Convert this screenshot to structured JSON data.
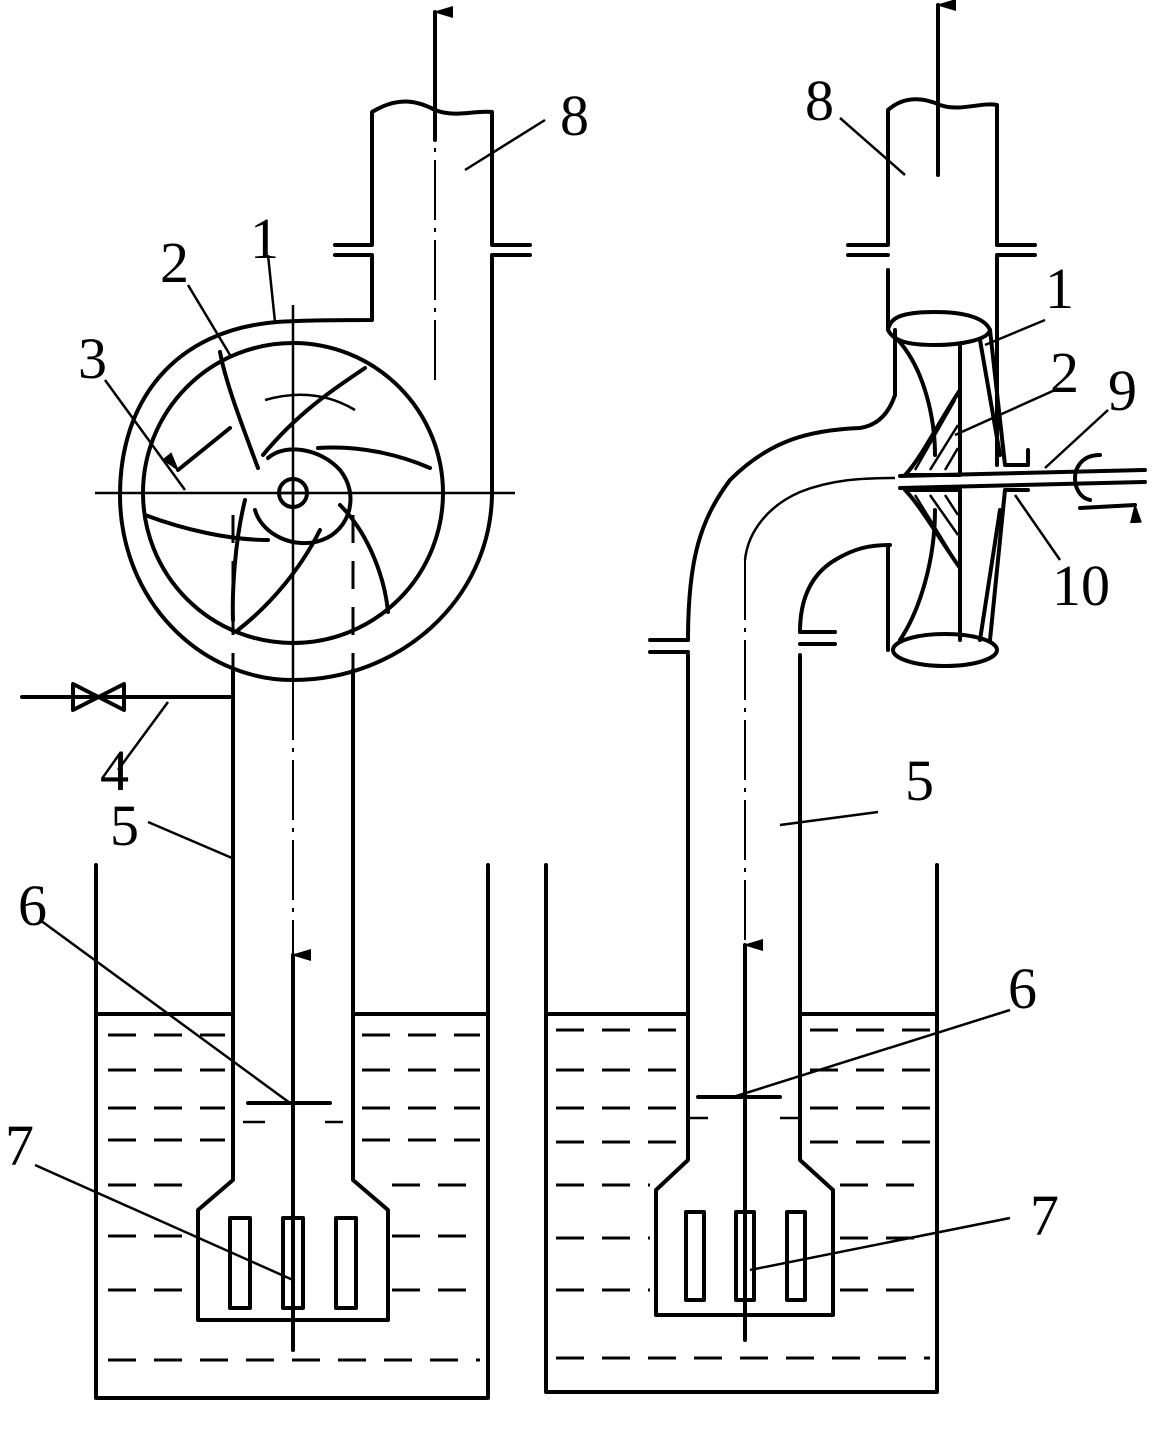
{
  "labels": {
    "left": {
      "l1": "1",
      "l2": "2",
      "l3": "3",
      "l4": "4",
      "l5": "5",
      "l6": "6",
      "l7": "7",
      "l8": "8"
    },
    "right": {
      "l1": "1",
      "l2": "2",
      "l5": "5",
      "l6": "6",
      "l7": "7",
      "l8": "8",
      "l9": "9",
      "l10": "10"
    }
  }
}
